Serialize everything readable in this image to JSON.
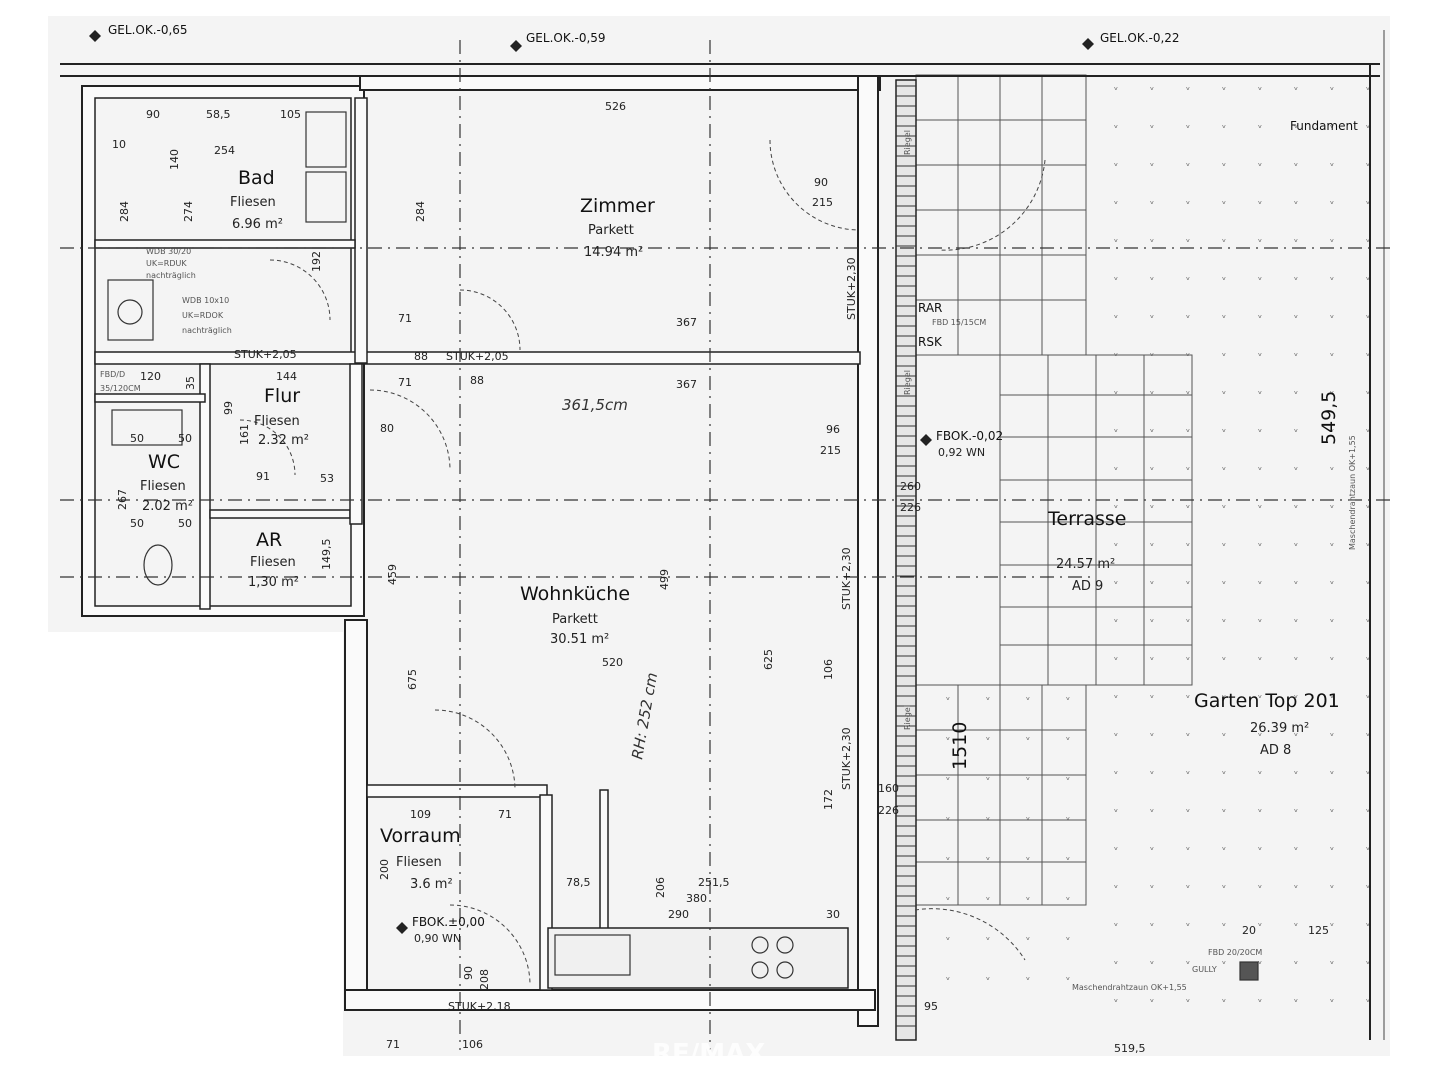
{
  "levels": {
    "top_left": "GEL.OK.-0,65",
    "top_mid": "GEL.OK.-0,59",
    "top_right": "GEL.OK.-0,22",
    "fbok_living": "FBOK.-0,02",
    "fbok_living_sub": "0,92 WN",
    "fbok_entry": "FBOK.±0,00",
    "fbok_entry_sub": "0,90 WN"
  },
  "rooms": {
    "bad": {
      "name": "Bad",
      "material": "Fliesen",
      "area": "6.96 m²"
    },
    "zimmer": {
      "name": "Zimmer",
      "material": "Parkett",
      "area": "14.94 m²"
    },
    "flur": {
      "name": "Flur",
      "material": "Fliesen",
      "area": "2.32 m²"
    },
    "wc": {
      "name": "WC",
      "material": "Fliesen",
      "area": "2.02 m²"
    },
    "ar": {
      "name": "AR",
      "material": "Fliesen",
      "area": "1,30 m²"
    },
    "wohnkueche": {
      "name": "Wohnküche",
      "material": "Parkett",
      "area": "30.51 m²"
    },
    "vorraum": {
      "name": "Vorraum",
      "material": "Fliesen",
      "area": "3.6 m²"
    },
    "terrasse": {
      "name": "Terrasse",
      "area": "24.57 m²",
      "code": "AD 9"
    },
    "garten": {
      "name": "Garten Top 201",
      "area": "26.39 m²",
      "code": "AD 8"
    }
  },
  "labels": {
    "rar": "RAR",
    "rsk": "RSK",
    "fbd_rsk": "FBD 15/15CM",
    "fbd_wc": "FBD/D",
    "fbd_wc2": "35/120CM",
    "wdb1": "WDB 30/20",
    "wdb1b": "UK=RDUK",
    "wdb1c": "nachträglich",
    "wdb2": "WDB 10x10",
    "wdb2b": "UK=RDOK",
    "wdb2c": "nachträglich",
    "stuk1": "STUK+2,05",
    "stuk2": "STUK+2,05",
    "stuk3": "STUK+2,30",
    "stuk4": "STUK+2,30",
    "stuk5": "STUK+2,30",
    "stuk6": "STUK+2,18",
    "gully": "GULLY",
    "fbd_gully": "FBD 20/20CM",
    "zaun": "Maschendrahtzaun OK+1,55",
    "fundament": "Fundament",
    "riegel": "Riegel",
    "rh": "RH: 252 cm",
    "hand_dim": "361,5cm",
    "big_dim": "549,5",
    "big_dim2": "1510",
    "watermark": "RE/MAX"
  },
  "dims": [
    "526",
    "367",
    "367",
    "284",
    "284",
    "274",
    "254",
    "58,5",
    "105",
    "140",
    "90",
    "192",
    "71",
    "71",
    "88",
    "88",
    "144",
    "99",
    "161",
    "80",
    "91",
    "53",
    "149,5",
    "459",
    "499",
    "675",
    "625",
    "520",
    "106",
    "172",
    "96",
    "215",
    "90",
    "215",
    "260",
    "226",
    "160",
    "226",
    "109",
    "71",
    "200",
    "78,5",
    "206",
    "251,5",
    "380",
    "290",
    "95",
    "519,5",
    "106",
    "71",
    "20",
    "30",
    "125",
    "208",
    "90",
    "50",
    "50",
    "50",
    "50",
    "267",
    "120",
    "35",
    "10"
  ]
}
